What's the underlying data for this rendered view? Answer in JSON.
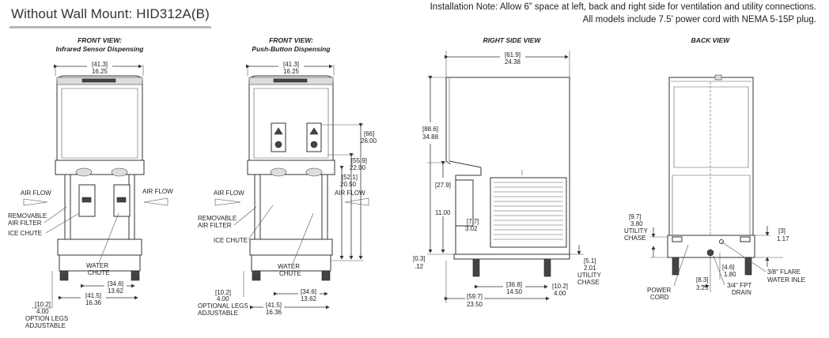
{
  "header": {
    "title": "Without Wall Mount: HID312A(B)",
    "note_line1": "Installation Note: Allow 6” space at left, back and right side for ventilation and utility connections.",
    "note_line2": "All models include 7.5’ power cord with NEMA 5-15P plug."
  },
  "views": {
    "front_infrared": {
      "title_line1": "FRONT VIEW:",
      "title_line2": "Infrared Sensor Dispensing",
      "width_metric": "[41.3]",
      "width_inch": "16.25",
      "air_flow_left": "AIR FLOW",
      "air_flow_right": "AIR FLOW",
      "removable_filter_1": "REMOVABLE",
      "removable_filter_2": "AIR FILTER",
      "ice_chute": "ICE CHUTE",
      "water_chute_1": "WATER",
      "water_chute_2": "CHUTE",
      "dim_chute_metric": "[34.6]",
      "dim_chute_inch": "13.62",
      "dim_base_metric": "[41.5]",
      "dim_base_inch": "16.36",
      "legs_metric": "[10.2]",
      "legs_inch": "4.00",
      "legs_label_1": "OPTION LEGS",
      "legs_label_2": "ADJUSTABLE"
    },
    "front_push": {
      "title_line1": "FRONT VIEW:",
      "title_line2": "Push-Button Dispensing",
      "width_metric": "[41.3]",
      "width_inch": "16.25",
      "air_flow_left": "AIR FLOW",
      "air_flow_right": "AIR FLOW",
      "removable_filter_1": "REMOVABLE",
      "removable_filter_2": "AIR FILTER",
      "ice_chute": "ICE CHUTE",
      "water_chute_1": "WATER",
      "water_chute_2": "CHUTE",
      "h1_metric": "[66]",
      "h1_inch": "26.00",
      "h2_metric": "[55.9]",
      "h2_inch": "22.00",
      "h3_metric": "[52.1]",
      "h3_inch": "20.50",
      "dim_chute_metric": "[34.6]",
      "dim_chute_inch": "13.62",
      "dim_base_metric": "[41.5]",
      "dim_base_inch": "16.36",
      "legs_metric": "[10.2]",
      "legs_inch": "4.00",
      "legs_label_1": "OPTIONAL LEGS",
      "legs_label_2": "ADJUSTABLE"
    },
    "right_side": {
      "title": "RIGHT SIDE VIEW",
      "width_metric": "[61.9]",
      "width_inch": "24.38",
      "height_metric": "[88.6]",
      "height_inch": "34.88",
      "mid_metric": "[27.9]",
      "mid_inch": "11.00",
      "small_metric": "[7.7]",
      "small_inch": "3.02",
      "base_metric": "[0.3]",
      "base_inch": ".12",
      "util_metric": "[5.1]",
      "util_inch": "2.01",
      "util_label_1": "UTILITY",
      "util_label_2": "CHASE",
      "depth_metric": "[36.8]",
      "depth_inch": "14.50",
      "leg_metric": "[10.2]",
      "leg_inch": "4.00",
      "total_metric": "[59.7]",
      "total_inch": "23.50"
    },
    "back": {
      "title": "BACK VIEW",
      "chase_metric": "[9.7]",
      "chase_inch": "3.80",
      "chase_label_1": "UTILITY",
      "chase_label_2": "CHASE",
      "right_metric": "[3]",
      "right_inch": "1.17",
      "flare_label_1": "3/8\" FLARE",
      "flare_label_2": "WATER INLE",
      "drain_metric": "[4.6]",
      "drain_inch": "1.80",
      "drain_label_1": "3/4\" FPT",
      "drain_label_2": "DRAIN",
      "power_metric": "[8.3]",
      "power_inch": "3.25",
      "power_label_1": "POWER",
      "power_label_2": "CORD"
    }
  }
}
